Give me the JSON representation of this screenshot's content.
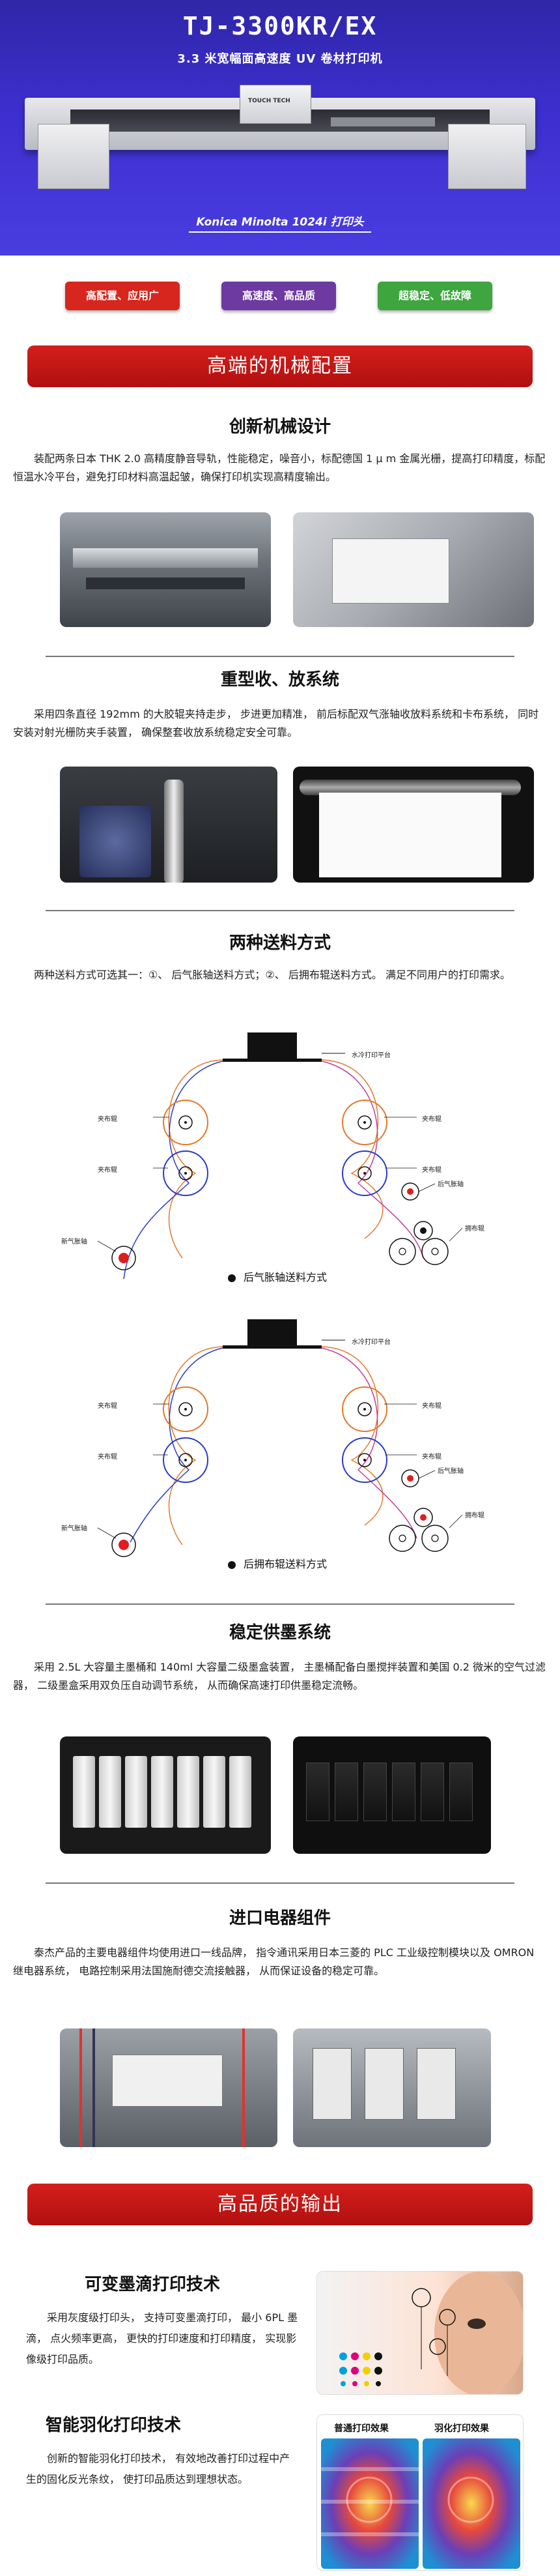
{
  "hero": {
    "title": "TJ-3300KR/EX",
    "subtitle": "3.3 米宽幅面高速度 UV 卷材打印机",
    "printer_logo": "TOUCH TECH",
    "caption": "Konica Minolta 1024i 打印头",
    "bg_color": "#3d2fcf"
  },
  "badges": [
    {
      "label": "高配置、应用广",
      "color": "#d7261e"
    },
    {
      "label": "高速度、高品质",
      "color": "#6c3aa0"
    },
    {
      "label": "超稳定、低故障",
      "color": "#3ea53f"
    }
  ],
  "section1": {
    "banner": "高端的机械配置"
  },
  "mech": {
    "title": "创新机械设计",
    "text": "装配两条日本 THK 2.0 高精度静音导轨，性能稳定，噪音小，标配德国 1 μ m 金属光栅，提高打印精度，标配恒温水冷平台，避免打印材料高温起皱，确保打印机实现高精度输出。"
  },
  "roll": {
    "title": "重型收、放系统",
    "text": "采用四条直径 192mm 的大胶辊夹持走步， 步进更加精准， 前后标配双气涨轴收放料系统和卡布系统， 同时安装对射光栅防夹手装置， 确保整套收放系统稳定安全可靠。"
  },
  "feed": {
    "title": "两种送料方式",
    "text": "两种送料方式可选其一：①、 后气胀轴送料方式；②、 后拥布辊送料方式。 满足不同用户的打印需求。",
    "platform_label": "水冷打印平台",
    "clamp_label": "夹布辊",
    "airshaft_label": "后气胀轴",
    "new_airshaft_label": "新气胀轴",
    "cloth_roller_label": "拥布辊",
    "caption_a": "后气胀轴送料方式",
    "caption_b": "后拥布辊送料方式"
  },
  "ink": {
    "title": "稳定供墨系统",
    "text": "采用 2.5L 大容量主墨桶和 140ml 大容量二级墨盒装置， 主墨桶配备白墨搅拌装置和美国 0.2 微米的空气过滤器， 二级墨盒采用双负压自动调节系统， 从而确保高速打印供墨稳定流畅。"
  },
  "elec": {
    "title": "进口电器组件",
    "text": "泰杰产品的主要电器组件均使用进口一线品牌， 指令通讯采用日本三菱的 PLC 工业级控制模块以及 OMRON 继电器系统， 电路控制采用法国施耐德交流接触器， 从而保证设备的稳定可靠。"
  },
  "section2": {
    "banner": "高品质的输出"
  },
  "variable": {
    "title": "可变墨滴打印技术",
    "text": "采用灰度级打印头， 支持可变墨滴打印， 最小 6PL 墨滴， 点火频率更高， 更快的打印速度和打印精度， 实现影像级打印品质。"
  },
  "feather": {
    "title": "智能羽化打印技术",
    "text": "创新的智能羽化打印技术， 有效地改善打印过程中产生的固化反光条纹， 使打印品质达到理想状态。",
    "tag_normal": "普通打印效果",
    "tag_feather": "羽化打印效果"
  },
  "colors": {
    "banner_red": "#c8191a",
    "text_dark": "#222222"
  }
}
